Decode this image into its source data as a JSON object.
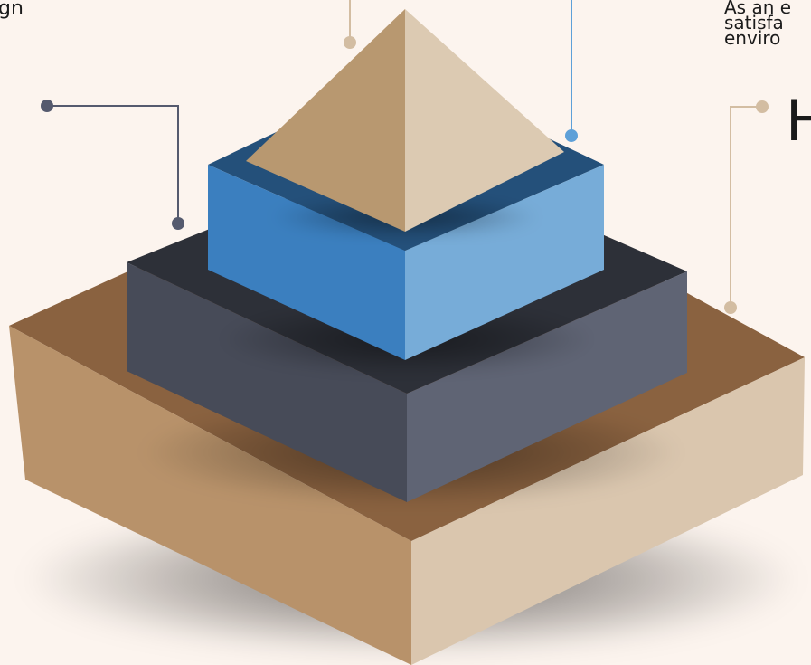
{
  "texts": {
    "top_left_fragment": "gn",
    "right_paragraph": [
      "As an e",
      "satisfa",
      "enviro"
    ],
    "heading_fragment": "H"
  },
  "diagram": {
    "type": "stepped-pyramid",
    "tiers": [
      {
        "name": "base-tier",
        "top_color": "#8a6240",
        "left_color": "#b8926a",
        "right_color": "#dac6ae"
      },
      {
        "name": "dark-tier",
        "top_color": "#2d3038",
        "left_color": "#474b58",
        "right_color": "#5f6474"
      },
      {
        "name": "blue-tier",
        "top_color": "#24507a",
        "left_color": "#3b7fbf",
        "right_color": "#77acd8"
      },
      {
        "name": "apex-tier",
        "left_color": "#b89870",
        "right_color": "#dccab2"
      }
    ],
    "callout_colors": {
      "dark": "#555a6e",
      "tan": "#d3bda2",
      "blue": "#5ea0d8"
    }
  }
}
